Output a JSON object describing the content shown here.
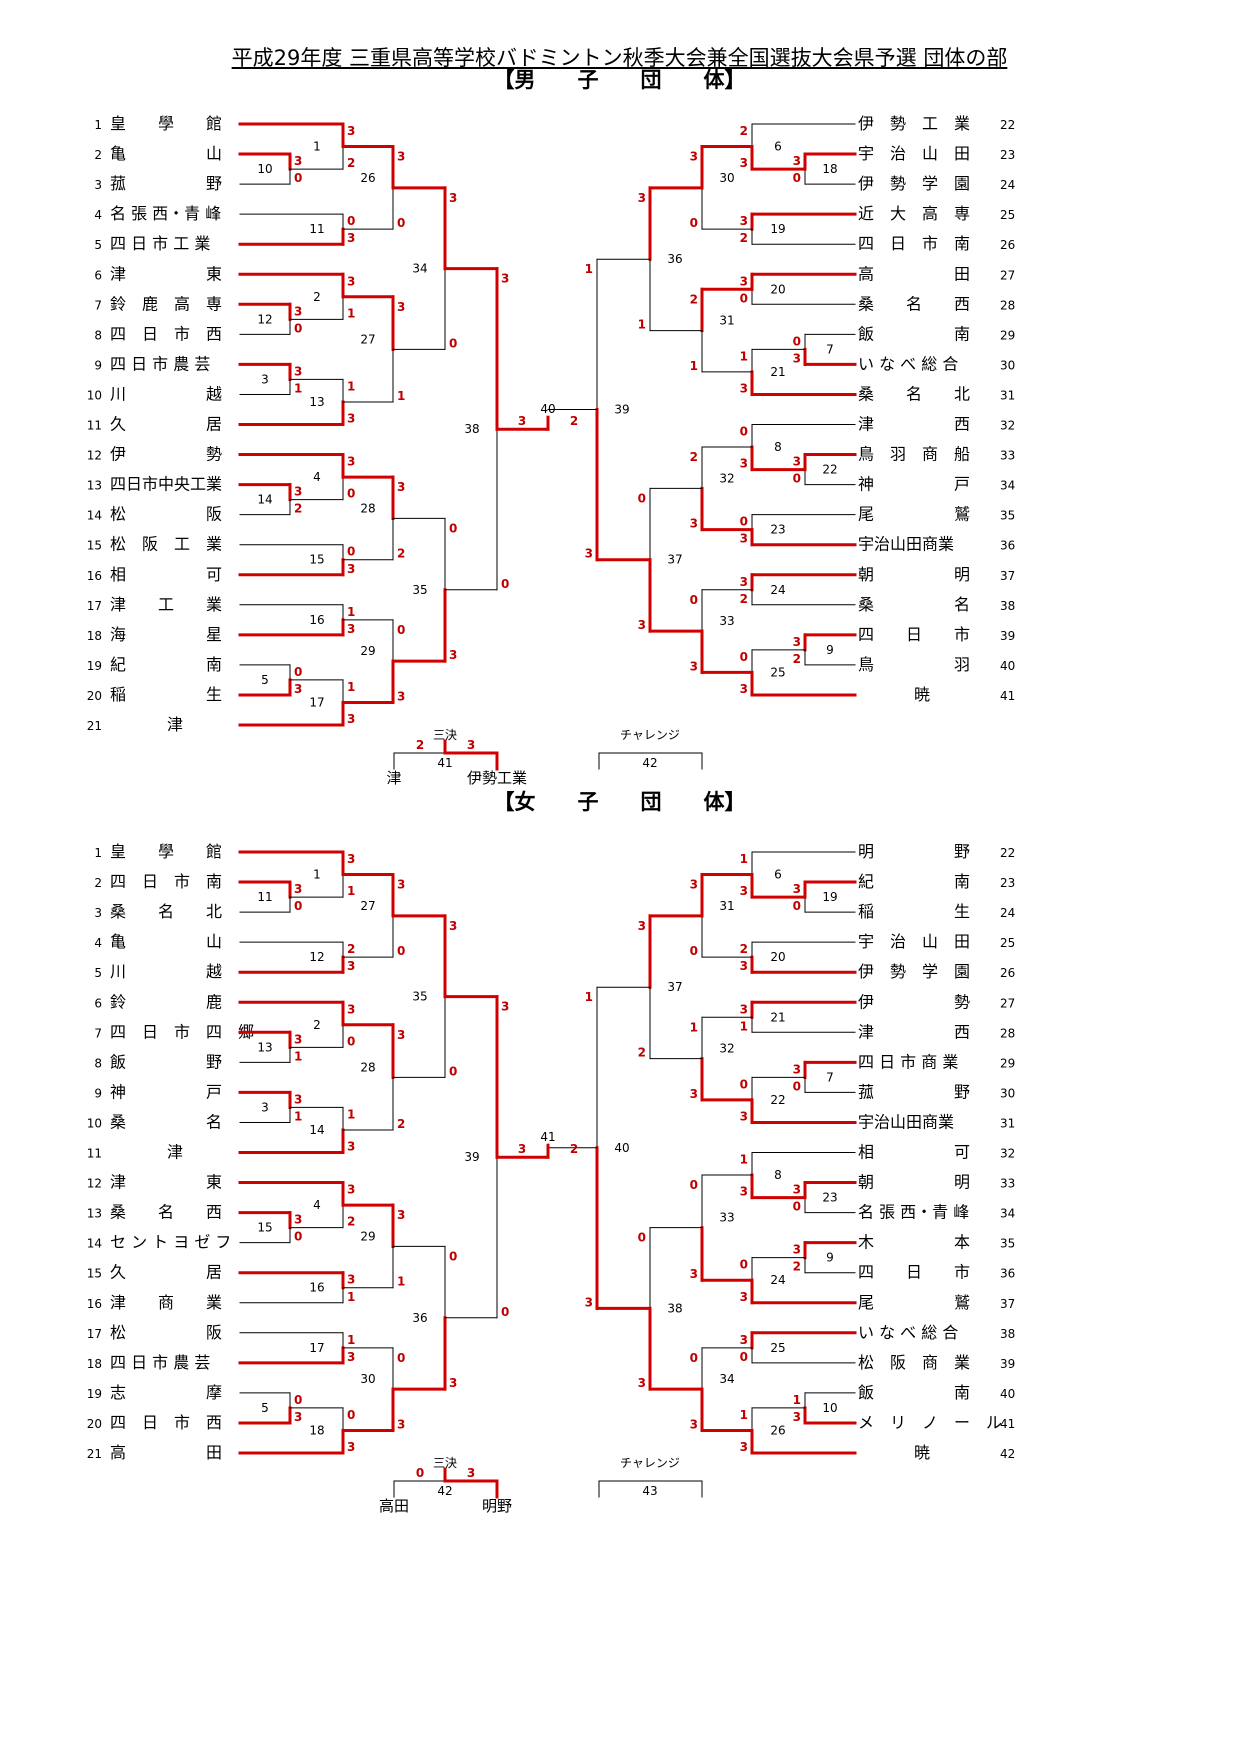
{
  "title": "平成29年度 三重県高等学校バドミントン秋季大会兼全国選抜大会県予選 団体の部",
  "colors": {
    "win": "#d00000",
    "line": "#000000",
    "score": "#c00000"
  },
  "sections": [
    {
      "id": "boys",
      "heading": "【男　　子　　団　　体】",
      "left": [
        {
          "seed": 1,
          "team": "皇　　學　　館"
        },
        {
          "seed": 2,
          "team": "亀　　　　　山"
        },
        {
          "seed": 3,
          "team": "菰　　　　　野"
        },
        {
          "seed": 4,
          "team": "名 張 西・青 峰"
        },
        {
          "seed": 5,
          "team": "四 日 市 工 業"
        },
        {
          "seed": 6,
          "team": "津　　　　　東"
        },
        {
          "seed": 7,
          "team": "鈴　鹿　高　専"
        },
        {
          "seed": 8,
          "team": "四　日　市　西"
        },
        {
          "seed": 9,
          "team": "四 日 市 農 芸"
        },
        {
          "seed": 10,
          "team": "川　　　　　越"
        },
        {
          "seed": 11,
          "team": "久　　　　　居"
        },
        {
          "seed": 12,
          "team": "伊　　　　　勢"
        },
        {
          "seed": 13,
          "team": "四日市中央工業"
        },
        {
          "seed": 14,
          "team": "松　　　　　阪"
        },
        {
          "seed": 15,
          "team": "松　阪　工　業"
        },
        {
          "seed": 16,
          "team": "相　　　　　可"
        },
        {
          "seed": 17,
          "team": "津　　工　　業"
        },
        {
          "seed": 18,
          "team": "海　　　　　星"
        },
        {
          "seed": 19,
          "team": "紀　　　　　南"
        },
        {
          "seed": 20,
          "team": "稲　　　　　生"
        },
        {
          "seed": 21,
          "team": "津"
        }
      ],
      "right": [
        {
          "seed": 22,
          "team": "伊　勢　工　業"
        },
        {
          "seed": 23,
          "team": "宇　治　山　田"
        },
        {
          "seed": 24,
          "team": "伊　勢　学　園"
        },
        {
          "seed": 25,
          "team": "近　大　高　専"
        },
        {
          "seed": 26,
          "team": "四　日　市　南"
        },
        {
          "seed": 27,
          "team": "高　　　　　田"
        },
        {
          "seed": 28,
          "team": "桑　　名　　西"
        },
        {
          "seed": 29,
          "team": "飯　　　　　南"
        },
        {
          "seed": 30,
          "team": "い な べ 総 合"
        },
        {
          "seed": 31,
          "team": "桑　　名　　北"
        },
        {
          "seed": 32,
          "team": "津　　　　　西"
        },
        {
          "seed": 33,
          "team": "鳥　羽　商　船"
        },
        {
          "seed": 34,
          "team": "神　　　　　戸"
        },
        {
          "seed": 35,
          "team": "尾　　　　　鷲"
        },
        {
          "seed": 36,
          "team": "宇治山田商業"
        },
        {
          "seed": 37,
          "team": "朝　　　　　明"
        },
        {
          "seed": 38,
          "team": "桑　　　　　名"
        },
        {
          "seed": 39,
          "team": "四　　日　　市"
        },
        {
          "seed": 40,
          "team": "鳥　　　　　羽"
        },
        {
          "seed": 41,
          "team": "暁"
        }
      ],
      "matches": {
        "left_r1": [
          "10",
          "1",
          "11",
          "12",
          "2",
          "3",
          "13",
          "14",
          "4",
          "15",
          "16",
          "5",
          "17"
        ],
        "left_r2": [
          "26",
          "27",
          "28",
          "29"
        ],
        "left_r3": [
          "34",
          "35"
        ],
        "left_r4": "38",
        "right_r1": [
          "18",
          "6",
          "19",
          "20",
          "7",
          "21",
          "22",
          "8",
          "23",
          "24",
          "9",
          "25"
        ],
        "right_r2": [
          "30",
          "31",
          "32",
          "33"
        ],
        "right_r3": [
          "36",
          "37"
        ],
        "right_r4": "39",
        "final": "40"
      },
      "scores": {
        "left_r1": [
          [
            "3",
            "0"
          ],
          [
            "3",
            "2"
          ],
          [
            "0",
            "3"
          ],
          [
            "3",
            "0"
          ],
          [
            "3",
            "1"
          ],
          [
            "3",
            "1"
          ],
          [
            "1",
            "3"
          ],
          [
            "3",
            "2"
          ],
          [
            "3",
            "0"
          ],
          [
            "0",
            "3"
          ],
          [
            "1",
            "3"
          ],
          [
            "0",
            "3"
          ],
          [
            "1",
            "3"
          ]
        ],
        "left_r2": [
          [
            "3",
            "0"
          ],
          [
            "3",
            "1"
          ],
          [
            "3",
            "2"
          ],
          [
            "0",
            "3"
          ]
        ],
        "left_r3": [
          [
            "3",
            "0"
          ],
          [
            "0",
            "3"
          ]
        ],
        "left_r4": [
          "3",
          "0"
        ],
        "right_r1": [
          [
            "3",
            "0"
          ],
          [
            "2",
            "3"
          ],
          [
            "3",
            "2"
          ],
          [
            "3",
            "0"
          ],
          [
            "0",
            "3"
          ],
          [
            "1",
            "3"
          ],
          [
            "3",
            "0"
          ],
          [
            "0",
            "3"
          ],
          [
            "0",
            "3"
          ],
          [
            "3",
            "2"
          ],
          [
            "3",
            "2"
          ],
          [
            "0",
            "3"
          ]
        ],
        "right_r2": [
          [
            "3",
            "0"
          ],
          [
            "2",
            "1"
          ],
          [
            "2",
            "3"
          ],
          [
            "0",
            "3"
          ]
        ],
        "right_r3": [
          [
            "3",
            "1"
          ],
          [
            "0",
            "3"
          ]
        ],
        "right_r4": [
          "1",
          "3"
        ],
        "final": [
          "3",
          "2"
        ]
      },
      "bottom": {
        "third_label": "三決",
        "third_scores": [
          "2",
          "3"
        ],
        "third_num": "41",
        "third_teams": [
          "津",
          "伊勢工業"
        ],
        "challenge_label": "チャレンジ",
        "challenge_num": "42"
      }
    },
    {
      "id": "girls",
      "heading": "【女　　子　　団　　体】",
      "left": [
        {
          "seed": 1,
          "team": "皇　　學　　館"
        },
        {
          "seed": 2,
          "team": "四　日　市　南"
        },
        {
          "seed": 3,
          "team": "桑　　名　　北"
        },
        {
          "seed": 4,
          "team": "亀　　　　　山"
        },
        {
          "seed": 5,
          "team": "川　　　　　越"
        },
        {
          "seed": 6,
          "team": "鈴　　　　　鹿"
        },
        {
          "seed": 7,
          "team": "四　日　市　四　郷"
        },
        {
          "seed": 8,
          "team": "飯　　　　　野"
        },
        {
          "seed": 9,
          "team": "神　　　　　戸"
        },
        {
          "seed": 10,
          "team": "桑　　　　　名"
        },
        {
          "seed": 11,
          "team": "津"
        },
        {
          "seed": 12,
          "team": "津　　　　　東"
        },
        {
          "seed": 13,
          "team": "桑　　名　　西"
        },
        {
          "seed": 14,
          "team": "セ ン ト ヨ ゼ フ"
        },
        {
          "seed": 15,
          "team": "久　　　　　居"
        },
        {
          "seed": 16,
          "team": "津　　商　　業"
        },
        {
          "seed": 17,
          "team": "松　　　　　阪"
        },
        {
          "seed": 18,
          "team": "四 日 市 農 芸"
        },
        {
          "seed": 19,
          "team": "志　　　　　摩"
        },
        {
          "seed": 20,
          "team": "四　日　市　西"
        },
        {
          "seed": 21,
          "team": "高　　　　　田"
        }
      ],
      "right": [
        {
          "seed": 22,
          "team": "明　　　　　野"
        },
        {
          "seed": 23,
          "team": "紀　　　　　南"
        },
        {
          "seed": 24,
          "team": "稲　　　　　生"
        },
        {
          "seed": 25,
          "team": "宇　治　山　田"
        },
        {
          "seed": 26,
          "team": "伊　勢　学　園"
        },
        {
          "seed": 27,
          "team": "伊　　　　　勢"
        },
        {
          "seed": 28,
          "team": "津　　　　　西"
        },
        {
          "seed": 29,
          "team": "四 日 市 商 業"
        },
        {
          "seed": 30,
          "team": "菰　　　　　野"
        },
        {
          "seed": 31,
          "team": "宇治山田商業"
        },
        {
          "seed": 32,
          "team": "相　　　　　可"
        },
        {
          "seed": 33,
          "team": "朝　　　　　明"
        },
        {
          "seed": 34,
          "team": "名 張 西・青 峰"
        },
        {
          "seed": 35,
          "team": "木　　　　　本"
        },
        {
          "seed": 36,
          "team": "四　　日　　市"
        },
        {
          "seed": 37,
          "team": "尾　　　　　鷲"
        },
        {
          "seed": 38,
          "team": "い な べ 総 合"
        },
        {
          "seed": 39,
          "team": "松　阪　商　業"
        },
        {
          "seed": 40,
          "team": "飯　　　　　南"
        },
        {
          "seed": 41,
          "team": "メ　リ　ノ　ー　ル"
        },
        {
          "seed": 42,
          "team": "暁"
        }
      ],
      "matches": {
        "left_r1": [
          "11",
          "1",
          "12",
          "13",
          "2",
          "3",
          "14",
          "15",
          "4",
          "16",
          "17",
          "5",
          "18"
        ],
        "left_r2": [
          "27",
          "28",
          "29",
          "30"
        ],
        "left_r3": [
          "35",
          "36"
        ],
        "left_r4": "39",
        "right_r1": [
          "19",
          "6",
          "20",
          "21",
          "7",
          "22",
          "23",
          "8",
          "9",
          "24",
          "25",
          "10",
          "26"
        ],
        "right_r2": [
          "31",
          "32",
          "33",
          "34"
        ],
        "right_r3": [
          "37",
          "38"
        ],
        "right_r4": "40",
        "final": "41"
      },
      "scores": {
        "left_r1": [
          [
            "3",
            "0"
          ],
          [
            "3",
            "1"
          ],
          [
            "2",
            "3"
          ],
          [
            "3",
            "1"
          ],
          [
            "3",
            "0"
          ],
          [
            "3",
            "1"
          ],
          [
            "1",
            "3"
          ],
          [
            "3",
            "0"
          ],
          [
            "3",
            "2"
          ],
          [
            "3",
            "1"
          ],
          [
            "1",
            "3"
          ],
          [
            "0",
            "3"
          ],
          [
            "0",
            "3"
          ]
        ],
        "left_r2": [
          [
            "3",
            "0"
          ],
          [
            "3",
            "2"
          ],
          [
            "3",
            "1"
          ],
          [
            "0",
            "3"
          ]
        ],
        "left_r3": [
          [
            "3",
            "0"
          ],
          [
            "0",
            "3"
          ]
        ],
        "left_r4": [
          "3",
          "0"
        ],
        "right_r1": [
          [
            "3",
            "0"
          ],
          [
            "1",
            "3"
          ],
          [
            "2",
            "3"
          ],
          [
            "3",
            "1"
          ],
          [
            "3",
            "0"
          ],
          [
            "0",
            "3"
          ],
          [
            "3",
            "0"
          ],
          [
            "1",
            "3"
          ],
          [
            "3",
            "2"
          ],
          [
            "0",
            "3"
          ],
          [
            "3",
            "0"
          ],
          [
            "1",
            "3"
          ],
          [
            "1",
            "3"
          ]
        ],
        "right_r2": [
          [
            "3",
            "0"
          ],
          [
            "1",
            "3"
          ],
          [
            "0",
            "3"
          ],
          [
            "0",
            "3"
          ]
        ],
        "right_r3": [
          [
            "3",
            "2"
          ],
          [
            "0",
            "3"
          ]
        ],
        "right_r4": [
          "1",
          "3"
        ],
        "final": [
          "3",
          "2"
        ]
      },
      "bottom": {
        "third_label": "三決",
        "third_scores": [
          "0",
          "3"
        ],
        "third_num": "42",
        "third_teams": [
          "高田",
          "明野"
        ],
        "challenge_label": "チャレンジ",
        "challenge_num": "43"
      }
    }
  ]
}
